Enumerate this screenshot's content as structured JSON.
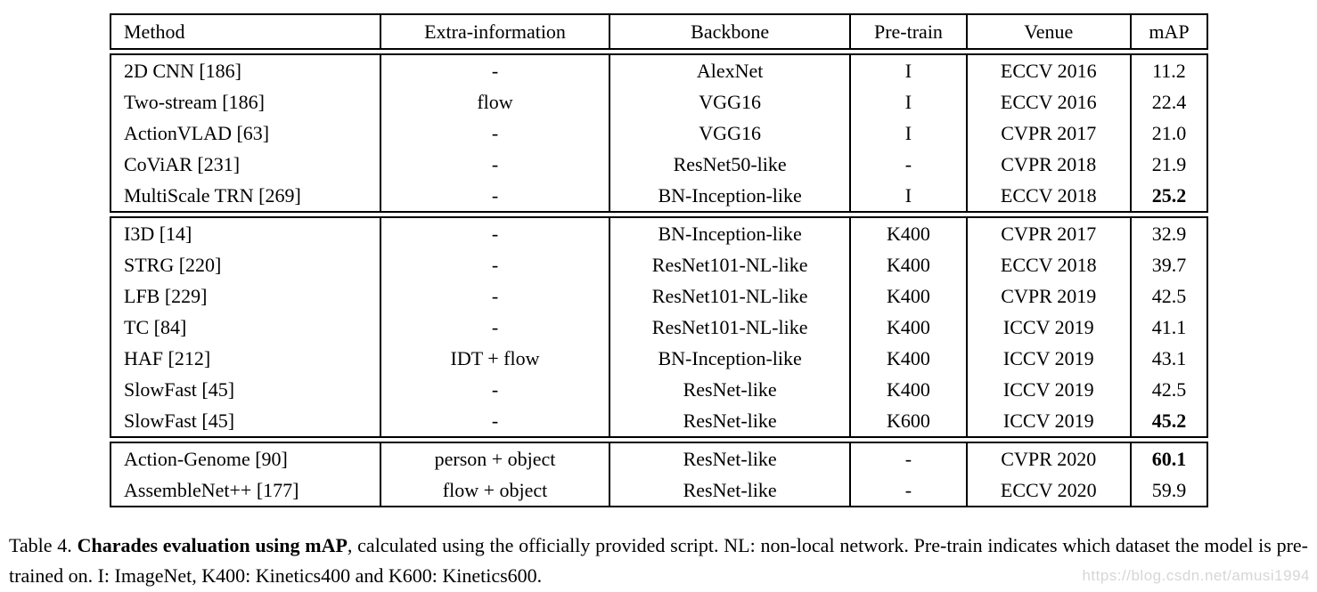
{
  "table": {
    "columns": [
      "Method",
      "Extra-information",
      "Backbone",
      "Pre-train",
      "Venue",
      "mAP"
    ],
    "groups": [
      {
        "rows": [
          {
            "cells": [
              "2D CNN [186]",
              "-",
              "AlexNet",
              "I",
              "ECCV 2016",
              "11.2"
            ]
          },
          {
            "cells": [
              "Two-stream [186]",
              "flow",
              "VGG16",
              "I",
              "ECCV 2016",
              "22.4"
            ]
          },
          {
            "cells": [
              "ActionVLAD [63]",
              "-",
              "VGG16",
              "I",
              "CVPR 2017",
              "21.0"
            ]
          },
          {
            "cells": [
              "CoViAR [231]",
              "-",
              "ResNet50-like",
              "-",
              "CVPR 2018",
              "21.9"
            ]
          },
          {
            "cells": [
              "MultiScale TRN [269]",
              "-",
              "BN-Inception-like",
              "I",
              "ECCV 2018",
              "25.2"
            ]
          }
        ]
      },
      {
        "rows": [
          {
            "cells": [
              "I3D [14]",
              "-",
              "BN-Inception-like",
              "K400",
              "CVPR 2017",
              "32.9"
            ]
          },
          {
            "cells": [
              "STRG [220]",
              "-",
              "ResNet101-NL-like",
              "K400",
              "ECCV 2018",
              "39.7"
            ]
          },
          {
            "cells": [
              "LFB [229]",
              "-",
              "ResNet101-NL-like",
              "K400",
              "CVPR 2019",
              "42.5"
            ]
          },
          {
            "cells": [
              "TC [84]",
              "-",
              "ResNet101-NL-like",
              "K400",
              "ICCV 2019",
              "41.1"
            ]
          },
          {
            "cells": [
              "HAF [212]",
              "IDT + flow",
              "BN-Inception-like",
              "K400",
              "ICCV 2019",
              "43.1"
            ]
          },
          {
            "cells": [
              "SlowFast [45]",
              "-",
              "ResNet-like",
              "K400",
              "ICCV 2019",
              "42.5"
            ]
          },
          {
            "cells": [
              "SlowFast [45]",
              "-",
              "ResNet-like",
              "K600",
              "ICCV 2019",
              "45.2"
            ]
          }
        ]
      },
      {
        "rows": [
          {
            "cells": [
              "Action-Genome [90]",
              "person + object",
              "ResNet-like",
              "-",
              "CVPR 2020",
              "60.1"
            ]
          },
          {
            "cells": [
              "AssembleNet++ [177]",
              "flow + object",
              "ResNet-like",
              "-",
              "ECCV 2020",
              "59.9"
            ]
          }
        ]
      }
    ],
    "bold_map_values": [
      "25.2",
      "45.2",
      "60.1"
    ]
  },
  "caption": {
    "prefix": "Table 4. ",
    "bold": "Charades evaluation using mAP",
    "rest": ", calculated using the officially provided script.  NL: non-local network.  Pre-train indicates which dataset the model is pre-trained on. I: ImageNet, K400: Kinetics400 and K600: Kinetics600."
  },
  "watermark": "https://blog.csdn.net/amusi1994"
}
